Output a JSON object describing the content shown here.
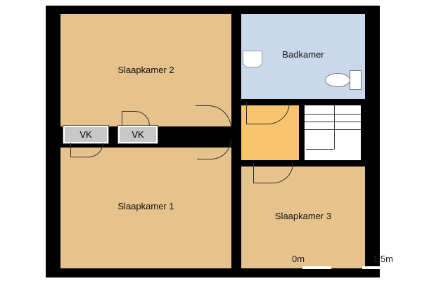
{
  "rooms": {
    "bedroom2": "Slaapkamer 2",
    "bathroom": "Badkamer",
    "bedroom1": "Slaapkamer 1",
    "bedroom3": "Slaapkamer 3",
    "closet_a": "VK",
    "closet_b": "VK"
  },
  "scale": {
    "start": "0m",
    "end": "1.5m"
  },
  "colors": {
    "bedroom": "#e6c28c",
    "bathroom": "#c9d8ea",
    "hall": "#f9c46e",
    "wall": "#000000"
  }
}
